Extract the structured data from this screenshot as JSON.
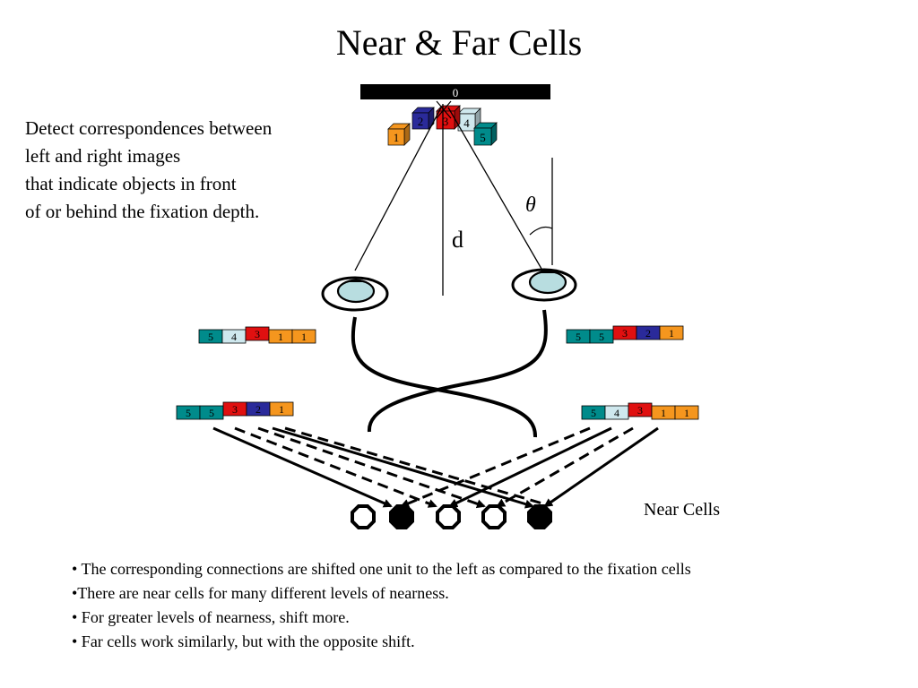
{
  "title": "Near & Far Cells",
  "intro_lines": [
    "Detect correspondences between",
    "left and right images",
    "that indicate objects in front",
    "of or behind the fixation depth."
  ],
  "fixation_label": "0",
  "theta_label": "θ",
  "distance_label": "d",
  "near_cells_label": "Near Cells",
  "colors": {
    "teal": "#008b8b",
    "light_blue": "#cfe8ee",
    "red": "#e01010",
    "navy": "#2a2a9a",
    "orange": "#f5961e",
    "eye_fill": "#b8dde0"
  },
  "scene_cubes": [
    {
      "label": "1",
      "color": "orange"
    },
    {
      "label": "2",
      "color": "navy"
    },
    {
      "label": "3",
      "color": "red"
    },
    {
      "label": "4",
      "color": "light_blue"
    },
    {
      "label": "5",
      "color": "teal"
    }
  ],
  "strips": {
    "left_eye_upper": [
      {
        "label": "5",
        "color": "teal"
      },
      {
        "label": "4",
        "color": "light_blue"
      },
      {
        "label": "3",
        "color": "red"
      },
      {
        "label": "1",
        "color": "orange"
      },
      {
        "label": "1",
        "color": "orange"
      }
    ],
    "right_eye_upper": [
      {
        "label": "5",
        "color": "teal"
      },
      {
        "label": "5",
        "color": "teal"
      },
      {
        "label": "3",
        "color": "red"
      },
      {
        "label": "2",
        "color": "navy"
      },
      {
        "label": "1",
        "color": "orange"
      }
    ],
    "left_lower": [
      {
        "label": "5",
        "color": "teal"
      },
      {
        "label": "5",
        "color": "teal"
      },
      {
        "label": "3",
        "color": "red"
      },
      {
        "label": "2",
        "color": "navy"
      },
      {
        "label": "1",
        "color": "orange"
      }
    ],
    "right_lower": [
      {
        "label": "5",
        "color": "teal"
      },
      {
        "label": "4",
        "color": "light_blue"
      },
      {
        "label": "3",
        "color": "red"
      },
      {
        "label": "1",
        "color": "orange"
      },
      {
        "label": "1",
        "color": "orange"
      }
    ]
  },
  "near_cells": [
    {
      "active": false
    },
    {
      "active": true
    },
    {
      "active": false
    },
    {
      "active": false
    },
    {
      "active": true
    }
  ],
  "bullets": [
    "• The corresponding connections are shifted one unit to the left as compared to the fixation cells",
    "•There are near cells for many different levels of nearness.",
    "• For greater levels of nearness, shift more.",
    "• Far cells work similarly, but with the opposite shift."
  ]
}
